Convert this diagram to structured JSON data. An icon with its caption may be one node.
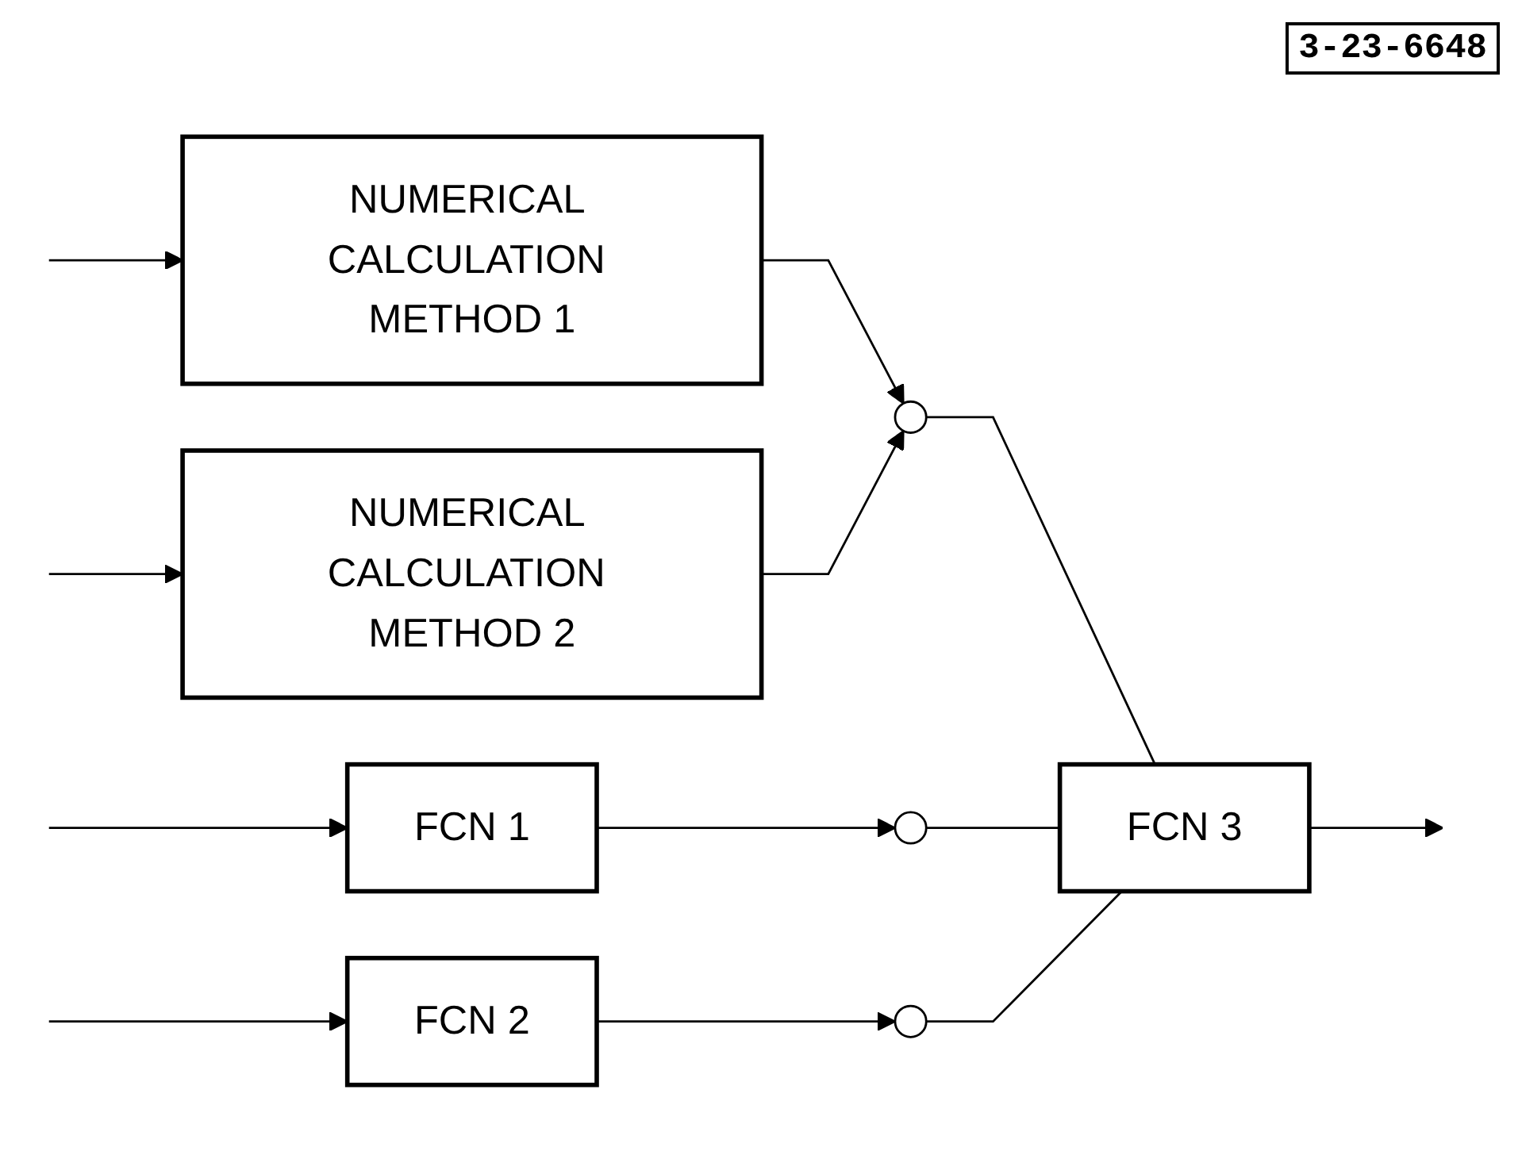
{
  "diagram": {
    "nodes": [
      {
        "text": [
          "NUMERICAL CALCULATION METHOD 1"
        ]
      },
      {
        "text": [
          "NUMERICAL CALCULATION METHOD 2"
        ]
      },
      {
        "text": [
          "FCN 1"
        ]
      },
      {
        "text": [
          "FCN 2"
        ]
      },
      {
        "text": [],
        "shape": "circle"
      },
      {
        "text": [],
        "shape": "circle"
      },
      {
        "text": [],
        "shape": "circle"
      },
      {
        "text": [
          "FCN 3"
        ]
      }
    ],
    "edges": [
      {
        "from": null,
        "to": 0,
        "arrow": "to"
      },
      {
        "from": null,
        "to": 1,
        "arrow": "to"
      },
      {
        "from": null,
        "to": 2,
        "arrow": "to"
      },
      {
        "from": null,
        "to": 3,
        "arrow": "to"
      },
      {
        "from": 0,
        "to": 4,
        "arrow": "to"
      },
      {
        "from": 1,
        "to": 4,
        "arrow": "to"
      },
      {
        "from": 2,
        "to": 5,
        "arrow": "to"
      },
      {
        "from": 3,
        "to": 6,
        "arrow": "to"
      },
      {
        "from": 4,
        "to": 7,
        "arrow": "none"
      },
      {
        "from": 5,
        "to": 7,
        "arrow": "none"
      },
      {
        "from": 6,
        "to": 7,
        "arrow": "none"
      },
      {
        "from": 7,
        "to": null,
        "arrow": "to"
      }
    ],
    "labels": [
      "3-23-6648"
    ]
  }
}
